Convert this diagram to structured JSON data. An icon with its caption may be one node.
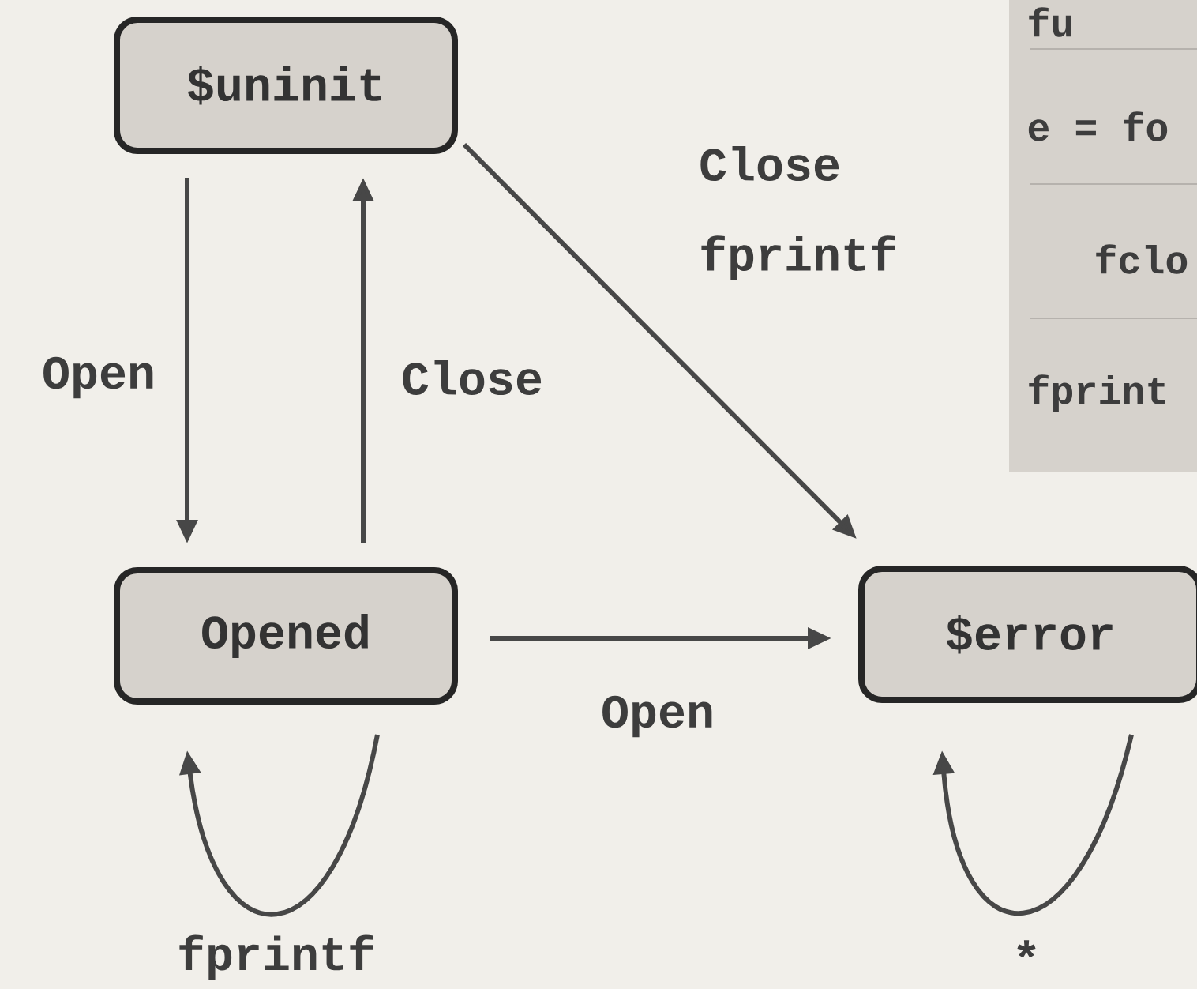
{
  "diagram": {
    "nodes": [
      {
        "text": [
          "$uninit"
        ]
      },
      {
        "text": [
          "Opened"
        ]
      },
      {
        "text": [
          "$error"
        ]
      }
    ],
    "edges": [
      {
        "from": 0,
        "to": 1,
        "arrow": "to",
        "label": "Open"
      },
      {
        "from": 1,
        "to": 0,
        "arrow": "to",
        "label": "Close"
      },
      {
        "from": 0,
        "to": 2,
        "arrow": "to",
        "label": "Close fprintf"
      },
      {
        "from": 1,
        "to": 2,
        "arrow": "to",
        "label": "Open"
      },
      {
        "from": 1,
        "to": 1,
        "arrow": "to",
        "label": "fprintf"
      },
      {
        "from": 2,
        "to": 2,
        "arrow": "to",
        "label": "*"
      }
    ],
    "labels": [
      "fu",
      "e = fo",
      "fclo",
      "fprint"
    ]
  }
}
